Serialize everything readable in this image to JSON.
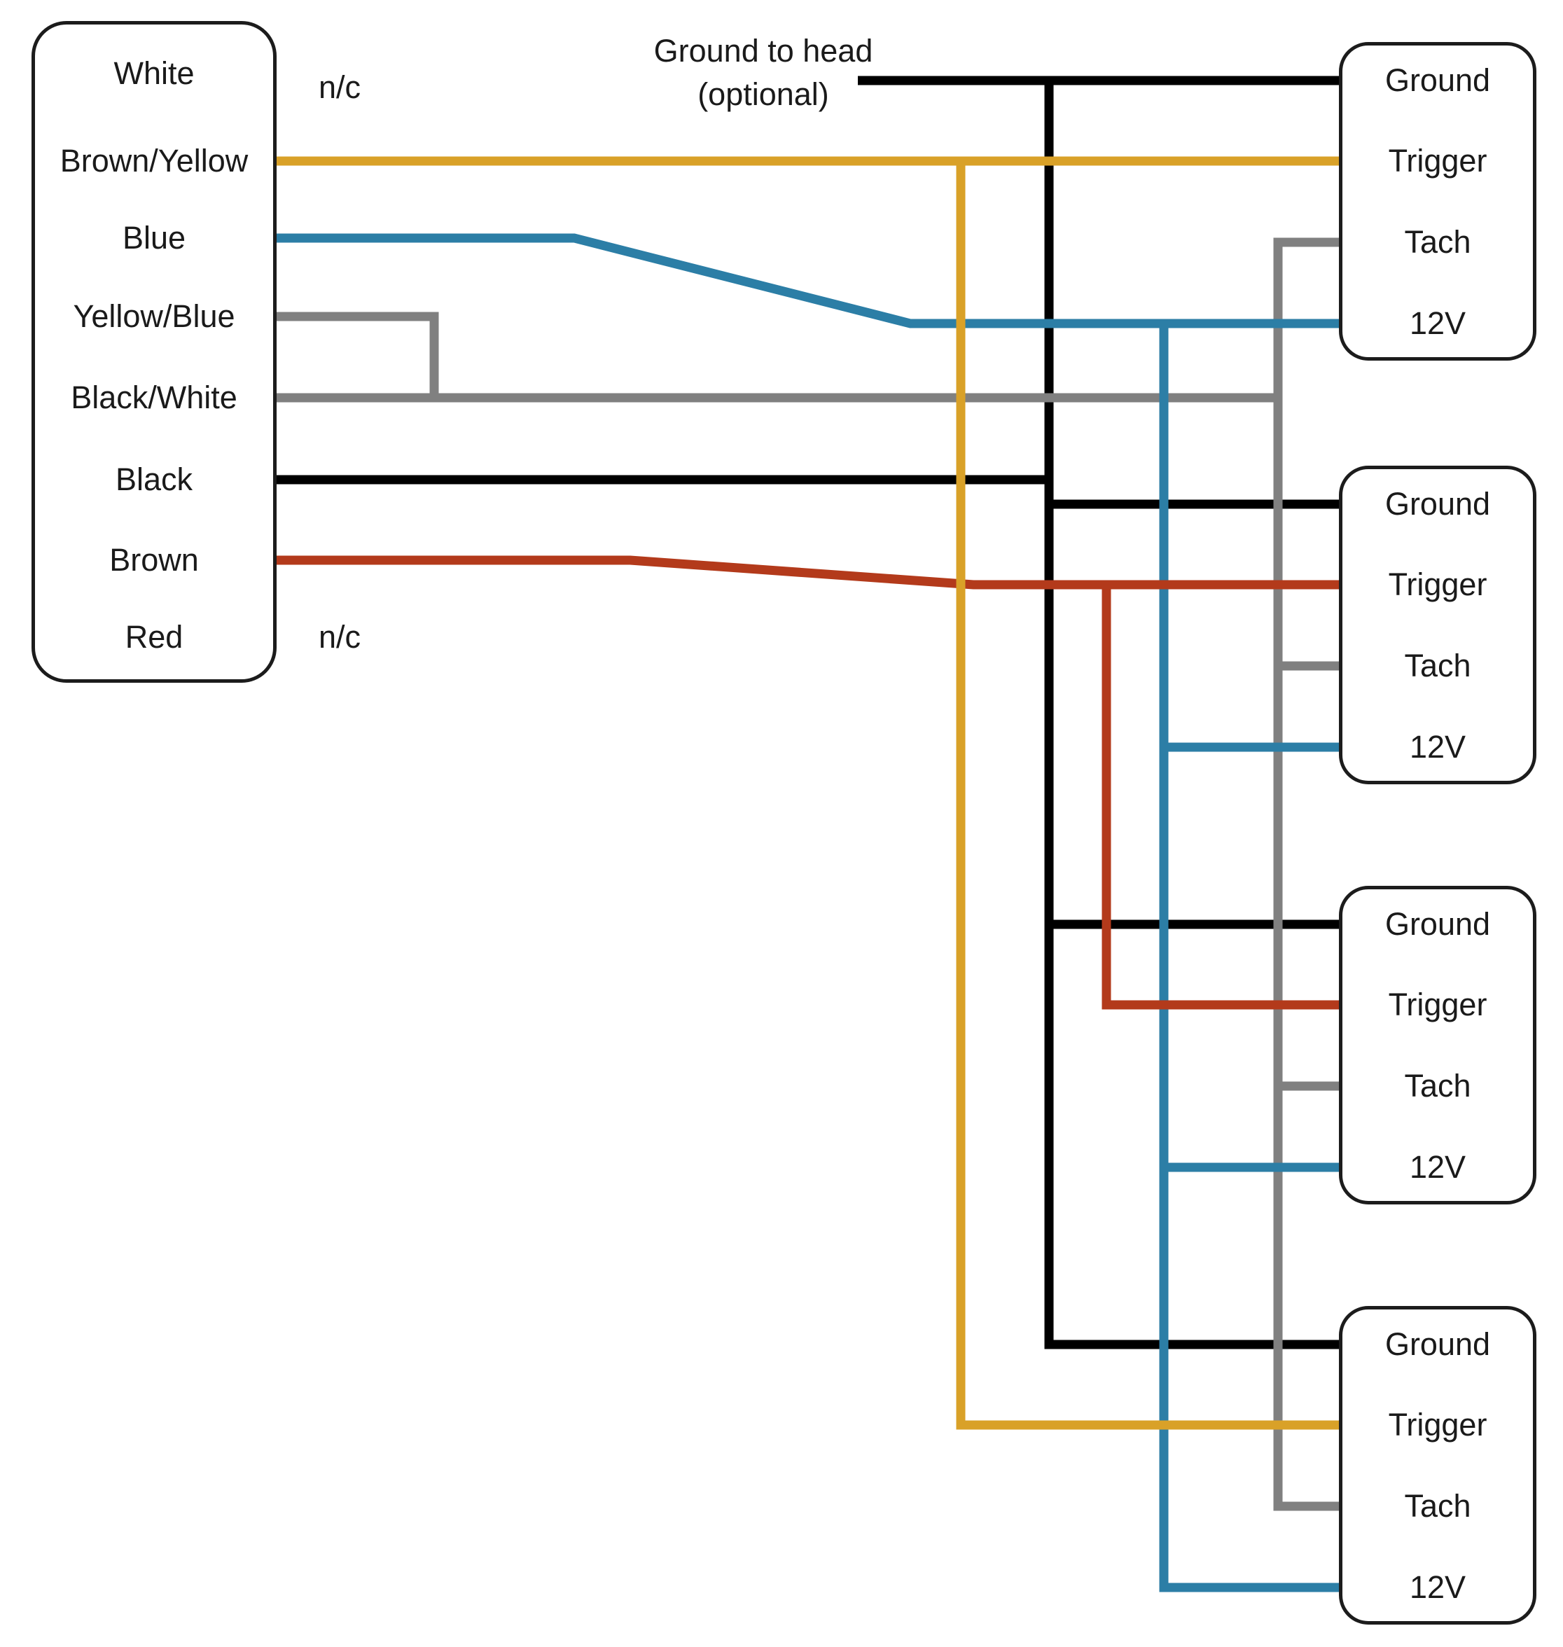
{
  "colors": {
    "black": "#000000",
    "brown_yellow": "#D9A128",
    "blue": "#2C7EA6",
    "gray": "#808080",
    "brown": "#B33A1B",
    "outline": "#1c1c1c",
    "text": "#1a1a1a"
  },
  "annotation": {
    "line1": "Ground to head",
    "line2": "(optional)"
  },
  "source": {
    "pins": [
      {
        "label": "White",
        "note": "n/c"
      },
      {
        "label": "Brown/Yellow"
      },
      {
        "label": "Blue"
      },
      {
        "label": "Yellow/Blue"
      },
      {
        "label": "Black/White"
      },
      {
        "label": "Black"
      },
      {
        "label": "Brown"
      },
      {
        "label": "Red",
        "note": "n/c"
      }
    ]
  },
  "gauges": [
    {
      "pins": [
        "Ground",
        "Trigger",
        "Tach",
        "12V"
      ]
    },
    {
      "pins": [
        "Ground",
        "Trigger",
        "Tach",
        "12V"
      ]
    },
    {
      "pins": [
        "Ground",
        "Trigger",
        "Tach",
        "12V"
      ]
    },
    {
      "pins": [
        "Ground",
        "Trigger",
        "Tach",
        "12V"
      ]
    }
  ]
}
